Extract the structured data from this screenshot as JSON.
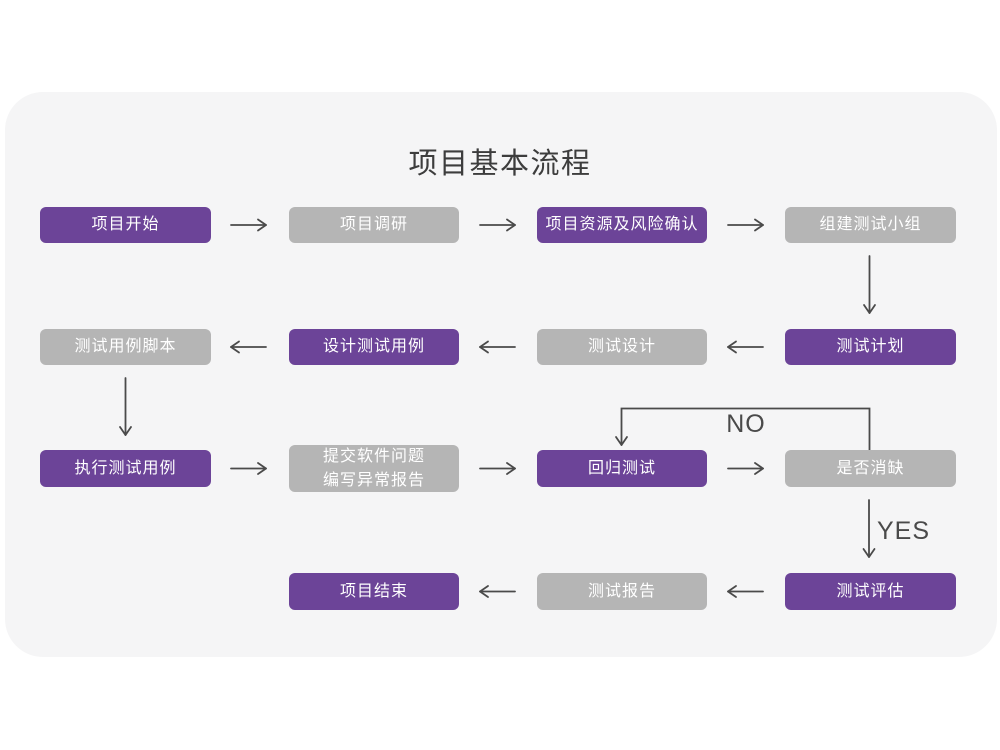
{
  "title": "项目基本流程",
  "colors": {
    "page_bg": "#ffffff",
    "card_bg": "#f5f5f6",
    "purple": "#6c4498",
    "gray": "#b5b5b5",
    "box_text": "#ffffff",
    "title_text": "#3d3d3d",
    "arrow": "#4a4a4a"
  },
  "decision_labels": {
    "no": "NO",
    "yes": "YES"
  },
  "nodes": [
    {
      "label": "项目开始",
      "variant": "purple"
    },
    {
      "label": "项目调研",
      "variant": "gray"
    },
    {
      "label": "项目资源及风险确认",
      "variant": "purple"
    },
    {
      "label": "组建测试小组",
      "variant": "gray"
    },
    {
      "label": "测试用例脚本",
      "variant": "gray"
    },
    {
      "label": "设计测试用例",
      "variant": "purple"
    },
    {
      "label": "测试设计",
      "variant": "gray"
    },
    {
      "label": "测试计划",
      "variant": "purple"
    },
    {
      "label": "执行测试用例",
      "variant": "purple"
    },
    {
      "label": "提交软件问题\n编写异常报告",
      "variant": "gray"
    },
    {
      "label": "回归测试",
      "variant": "purple"
    },
    {
      "label": "是否消缺",
      "variant": "gray"
    },
    {
      "label": "项目结束",
      "variant": "purple"
    },
    {
      "label": "测试报告",
      "variant": "gray"
    },
    {
      "label": "测试评估",
      "variant": "purple"
    }
  ]
}
